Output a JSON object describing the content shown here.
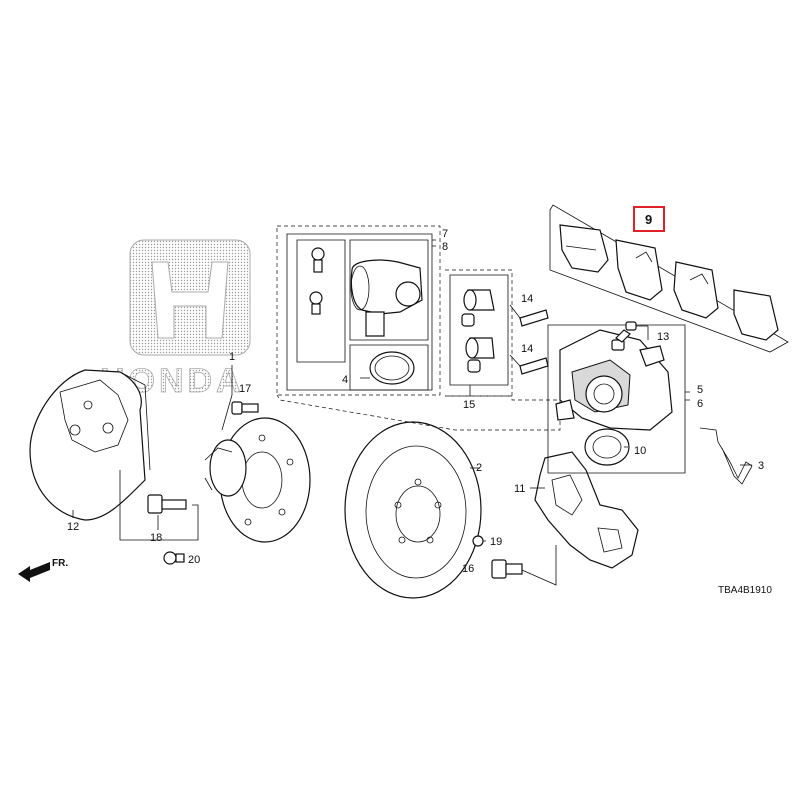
{
  "brand": {
    "text": "HONDA"
  },
  "callouts": {
    "c1": "1",
    "c2": "2",
    "c3": "3",
    "c4": "4",
    "c5": "5",
    "c6": "6",
    "c7": "7",
    "c8": "8",
    "c9": "9",
    "c10": "10",
    "c11": "11",
    "c12": "12",
    "c13": "13",
    "c14a": "14",
    "c14b": "14",
    "c15": "15",
    "c16": "16",
    "c17": "17",
    "c18": "18",
    "c19": "19",
    "c20": "20"
  },
  "highlight": {
    "callout": "9",
    "color": "#e0202a"
  },
  "direction": {
    "text": "FR."
  },
  "diagram_code": "TBA4B1910"
}
